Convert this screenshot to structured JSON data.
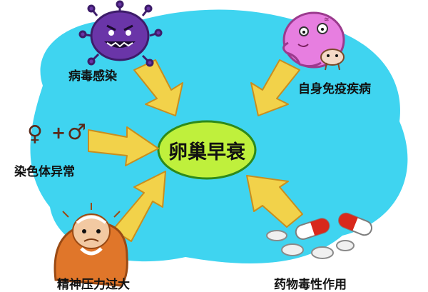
{
  "center": {
    "label": "卵巢早衰"
  },
  "causes": {
    "virus": "病毒感染",
    "autoimmune": "自身免疫疾病",
    "chromosome": "染色体异常",
    "stress": "精神压力过大",
    "drug": "药物毒性作用"
  },
  "gender": {
    "female": "♀",
    "plus": "+",
    "male": "♂"
  },
  "colors": {
    "background_blob": "#3fd4f0",
    "center_fill": "#bff03c",
    "arrow": "#f2d24a",
    "virus": "#6a35a8",
    "autoimmune": "#e77ee0"
  },
  "icons": [
    "virus-character-icon",
    "pink-germ-icon",
    "elderly-stressed-person-icon",
    "pills-icon"
  ]
}
